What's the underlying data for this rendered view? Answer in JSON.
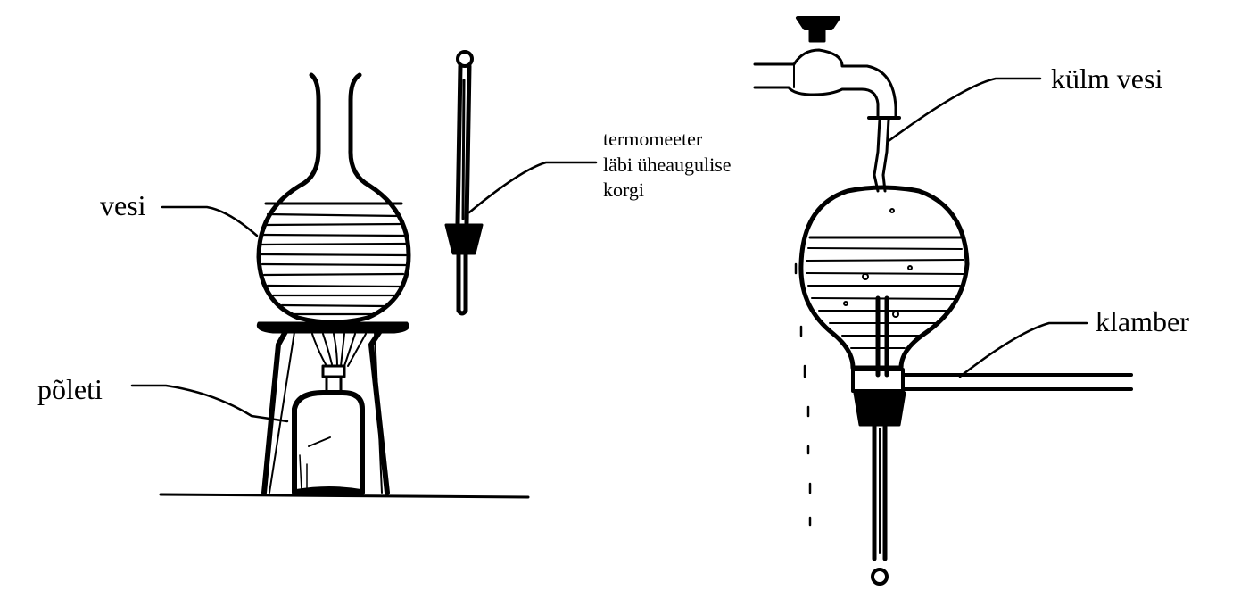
{
  "labels": {
    "water": "vesi",
    "burner": "põleti",
    "thermometer": [
      "termomeeter",
      "läbi üheaugulise",
      "korgi"
    ],
    "cold_water": "külm vesi",
    "clamp": "klamber"
  },
  "colors": {
    "ink": "#000000",
    "paper": "#ffffff"
  }
}
